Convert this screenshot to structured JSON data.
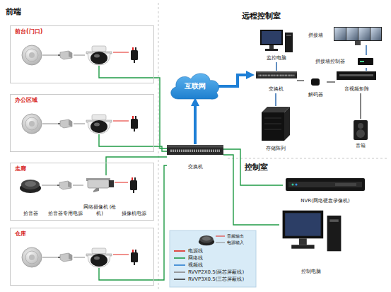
{
  "diagram": {
    "nodes": [
      {
        "text": [
          "前台(门口)"
        ]
      },
      {
        "text": [
          "办公区域"
        ]
      },
      {
        "text": [
          "走廊"
        ]
      },
      {
        "text": [
          "拾音器"
        ],
        "in": 2
      },
      {
        "text": [
          "拾音器专用电源"
        ],
        "in": 2
      },
      {
        "text": [
          "网络摄像机 (枪机)"
        ],
        "in": 2
      },
      {
        "text": [
          "摄像机电源"
        ],
        "in": 2
      },
      {
        "text": [
          "仓库"
        ]
      },
      {
        "text": [
          "交换机"
        ]
      },
      {
        "text": [
          "互联网"
        ]
      },
      {
        "text": [
          "监控电脑"
        ]
      },
      {
        "text": [
          "拼接墙"
        ]
      },
      {
        "text": [
          "拼接墙控制器"
        ]
      },
      {
        "text": [
          "交换机"
        ]
      },
      {
        "text": [
          "解码器"
        ]
      },
      {
        "text": [
          "音视频矩阵"
        ]
      },
      {
        "text": [
          "存储阵列"
        ]
      },
      {
        "text": [
          "音箱"
        ]
      },
      {
        "text": [
          "NVR(网络硬盘录像机)"
        ]
      },
      {
        "text": [
          "控制电脑"
        ]
      }
    ],
    "edges": [
      {
        "from": 0,
        "to": 8,
        "arrow": "none"
      },
      {
        "from": 1,
        "to": 8,
        "arrow": "none"
      },
      {
        "from": 5,
        "to": 8,
        "arrow": "none"
      },
      {
        "from": 7,
        "to": 8,
        "arrow": "none"
      },
      {
        "from": 8,
        "to": 9,
        "arrow": "to"
      },
      {
        "from": 9,
        "to": 13,
        "arrow": "to"
      },
      {
        "from": 13,
        "to": 10,
        "arrow": "none"
      },
      {
        "from": 13,
        "to": 16,
        "arrow": "none"
      },
      {
        "from": 13,
        "to": 14,
        "arrow": "none"
      },
      {
        "from": 14,
        "to": 15,
        "arrow": "none"
      },
      {
        "from": 15,
        "to": 12,
        "arrow": "none"
      },
      {
        "from": 12,
        "to": 11,
        "arrow": "none"
      },
      {
        "from": 15,
        "to": 17,
        "arrow": "none"
      },
      {
        "from": 8,
        "to": 18,
        "arrow": "none"
      },
      {
        "from": 8,
        "to": 19,
        "arrow": "none"
      }
    ],
    "labels": [
      "前端",
      "远程控制室",
      "控制室",
      "音频输出",
      "电源输入"
    ],
    "legend": [
      {
        "text": "电源线"
      },
      {
        "text": "网络线"
      },
      {
        "text": "视频线"
      },
      {
        "text": "RVVP2X0.5(两芯屏蔽线)"
      },
      {
        "text": "RVVP3X0.5(三芯屏蔽线)"
      }
    ]
  }
}
